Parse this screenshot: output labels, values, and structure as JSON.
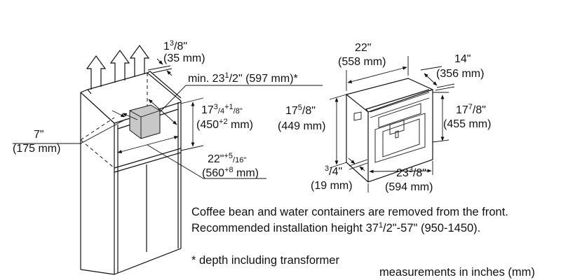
{
  "cabinet_labels": {
    "clearance": {
      "whole": "1",
      "sup": "3",
      "rest": "/8\"",
      "mm": "(35 mm)"
    },
    "depth": {
      "prefix": "min. 23",
      "sup": "1",
      "rest": "/2\" (597 mm)*"
    },
    "height": {
      "whole": "17",
      "sup": "3",
      "mid": "/4",
      "tol_sup": "+1",
      "tol_rest": "/8\"",
      "mm_prefix": "(450",
      "mm_sup": "+2",
      "mm_rest": " mm)"
    },
    "side": {
      "in": "7\"",
      "mm": "(175 mm)"
    },
    "width": {
      "whole": "22\"",
      "tol_sup": "+5",
      "tol_rest": "/16\"",
      "mm_prefix": "(560",
      "mm_sup": "+8",
      "mm_rest": " mm)"
    }
  },
  "appliance_labels": {
    "width": {
      "in": "22\"",
      "mm": "(558 mm)"
    },
    "depth": {
      "in": "14\"",
      "mm": "(356 mm)"
    },
    "body_height": {
      "whole": "17",
      "sup": "5",
      "rest": "/8\"",
      "mm": "(449 mm)"
    },
    "front_height": {
      "whole": "17",
      "sup": "7",
      "rest": "/8\"",
      "mm": "(455 mm)"
    },
    "front_thickness": {
      "sup": "3",
      "rest": "/4\"",
      "mm": "(19 mm)"
    },
    "front_width": {
      "whole": "23",
      "sup": "3",
      "rest": "/8\"",
      "mm": "(594 mm)"
    }
  },
  "notes": {
    "line1": "Coffee bean and water containers are removed from the front.",
    "line2_prefix": "Recommended installation height 37",
    "line2_sup": "1",
    "line2_rest": "/2\"-57\" (950-1450).",
    "footnote": "* depth including transformer",
    "units": "measurements in inches (mm)"
  },
  "colors": {
    "line": "#111111",
    "transformer_fill": "#c8c8c8"
  }
}
